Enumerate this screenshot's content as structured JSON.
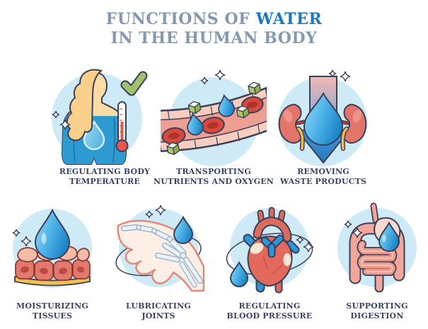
{
  "title": {
    "prefix": "FUNCTIONS OF",
    "highlight": "WATER",
    "line2": "IN THE HUMAN BODY"
  },
  "colors": {
    "title_gray": "#8399b1",
    "title_blue": "#1a78be",
    "label_navy": "#3b4462",
    "circle_background": "#cfeaf7",
    "outline_navy": "#3a4059",
    "water_drop_light": "#9adef7",
    "water_drop_dark": "#1e86c9",
    "check_green": "#a3c06a",
    "blood_red": "#d8493d",
    "vessel_pink": "#f0a095",
    "kidney_red": "#e3746a",
    "ureter_yellow": "#f0b94b",
    "skin_yellow": "#fadca4",
    "body_water_blue": "#2d9ad1",
    "tissue_cell_red": "#e3796d",
    "bone_blue": "#ecf3fa"
  },
  "functions": [
    {
      "id": "regulating-body-temperature",
      "icon": "body-temperature-icon",
      "label_line1": "REGULATING BODY",
      "label_line2": "TEMPERATURE"
    },
    {
      "id": "transporting-nutrients-and-oxygen",
      "icon": "blood-vessel-icon",
      "label_line1": "TRANSPORTING",
      "label_line2": "NUTRIENTS AND OXYGEN"
    },
    {
      "id": "removing-waste-products",
      "icon": "kidneys-arrow-icon",
      "label_line1": "REMOVING",
      "label_line2": "WASTE PRODUCTS"
    },
    {
      "id": "moisturizing-tissues",
      "icon": "tissue-drop-icon",
      "label_line1": "MOISTURIZING",
      "label_line2": "TISSUES"
    },
    {
      "id": "lubricating-joints",
      "icon": "hand-joints-icon",
      "label_line1": "LUBRICATING",
      "label_line2": "JOINTS"
    },
    {
      "id": "regulating-blood-pressure",
      "icon": "heart-icon",
      "label_line1": "REGULATING",
      "label_line2": "BLOOD PRESSURE"
    },
    {
      "id": "supporting-digestion",
      "icon": "intestines-icon",
      "label_line1": "SUPPORTING",
      "label_line2": "DIGESTION"
    }
  ]
}
